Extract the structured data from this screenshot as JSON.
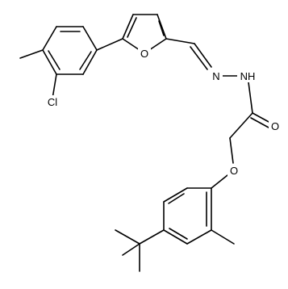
{
  "diagram": {
    "kind": "chemical-structure",
    "atom_labels": {
      "o_furan": "O",
      "cl": "Cl",
      "n_imine": "N",
      "nh": "NH",
      "o_carbonyl": "O",
      "o_ether": "O"
    },
    "colors": {
      "bond": "#000000",
      "label": "#000000",
      "background": "#ffffff"
    }
  }
}
